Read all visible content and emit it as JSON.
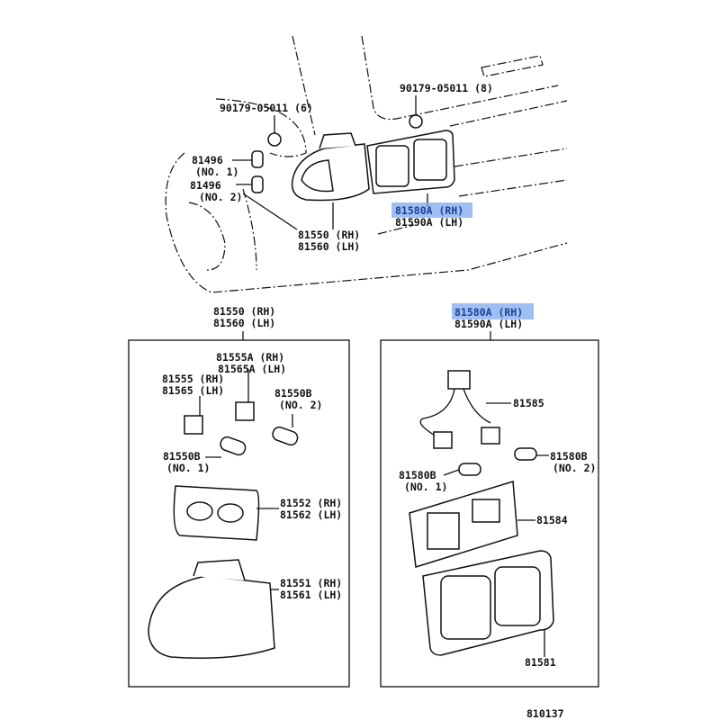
{
  "colors": {
    "highlight": "#7fa9ee",
    "highlight_text": "#1a3f9a"
  },
  "overview": {
    "clip_right": "90179-05011 (8)",
    "clip_left": "90179-05011 (6)",
    "grommet1": [
      "81496",
      "(NO. 1)"
    ],
    "grommet2": [
      "81496",
      "(NO. 2)"
    ],
    "combo_lamp": [
      "81550 (RH)",
      "81560 (LH)"
    ],
    "back_lamp": [
      "81580A (RH)",
      "81590A (LH)"
    ]
  },
  "left_box": {
    "header": [
      "81550 (RH)",
      "81560 (LH)"
    ],
    "socket_a": [
      "81555A (RH)",
      "81565A (LH)"
    ],
    "socket": [
      "81555 (RH)",
      "81565 (LH)"
    ],
    "bulb2": [
      "81550B",
      "(NO. 2)"
    ],
    "bulb1": [
      "81550B",
      "(NO. 1)"
    ],
    "gasket": [
      "81552 (RH)",
      "81562 (LH)"
    ],
    "lens": [
      "81551 (RH)",
      "81561 (LH)"
    ]
  },
  "right_box": {
    "header": [
      "81580A (RH)",
      "81590A (LH)"
    ],
    "wire": "81585",
    "bulb2": [
      "81580B",
      "(NO. 2)"
    ],
    "bulb1": [
      "81580B",
      "(NO. 1)"
    ],
    "gasket": "81584",
    "lens": "81581"
  },
  "figure_number": "810137"
}
